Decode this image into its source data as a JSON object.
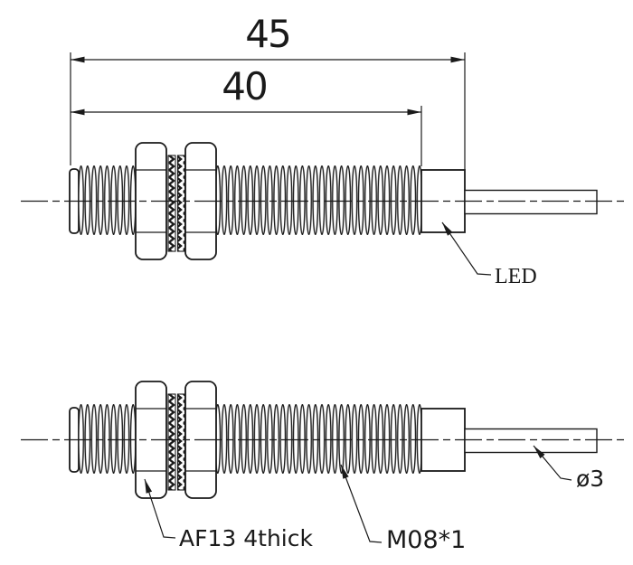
{
  "drawing": {
    "title": "M8 cylindrical inductive proximity sensor outline drawing",
    "colors": {
      "line": "#1a1a1a",
      "background": "#ffffff"
    },
    "dimensions": {
      "overall_length": "45",
      "thread_length": "40"
    },
    "labels": {
      "led": "LED",
      "nut_spec": "AF13 4thick",
      "thread_spec": "M08*1",
      "cable_diameter": "ø3"
    }
  }
}
